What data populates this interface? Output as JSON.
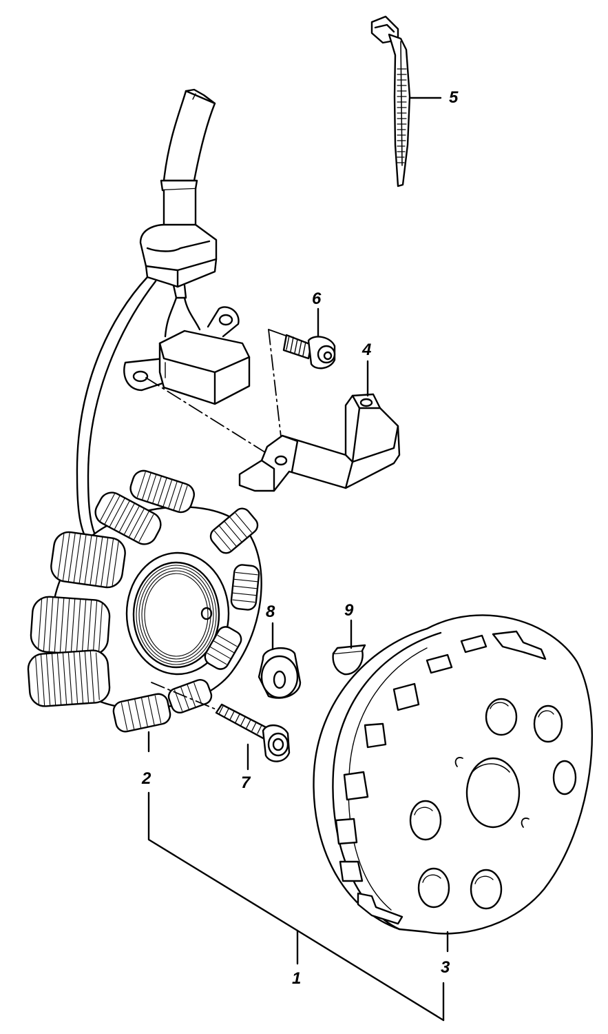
{
  "diagram": {
    "callouts": [
      {
        "id": "c1",
        "label": "1"
      },
      {
        "id": "c2",
        "label": "2"
      },
      {
        "id": "c3",
        "label": "3"
      },
      {
        "id": "c4",
        "label": "4"
      },
      {
        "id": "c5",
        "label": "5"
      },
      {
        "id": "c6",
        "label": "6"
      },
      {
        "id": "c7",
        "label": "7"
      },
      {
        "id": "c8",
        "label": "8"
      },
      {
        "id": "c9",
        "label": "9"
      }
    ],
    "colors": {
      "line": "#000000",
      "background": "#ffffff",
      "hatch": "#222222"
    }
  }
}
